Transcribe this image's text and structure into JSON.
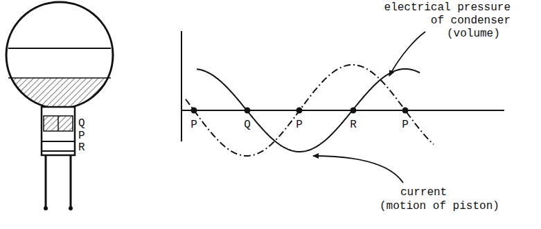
{
  "diagram": {
    "labels": [
      "Q",
      "P",
      "R",
      "electrical pressure of condenser",
      "(volume)",
      "P",
      "Q",
      "P",
      "R",
      "P",
      "current",
      "(motion of piston)"
    ]
  }
}
